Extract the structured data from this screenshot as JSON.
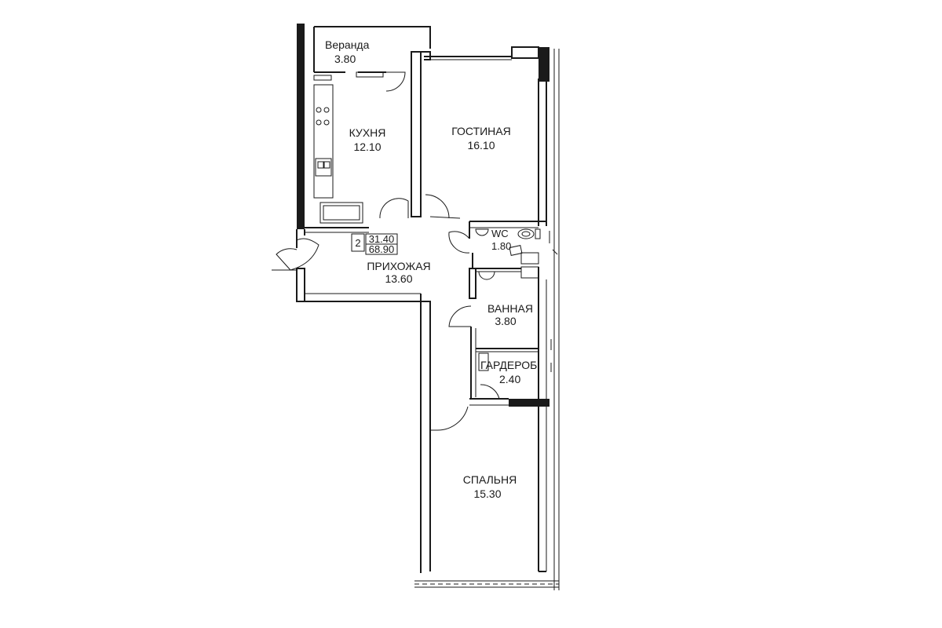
{
  "rooms": {
    "veranda": {
      "name": "Веранда",
      "area": "3.80"
    },
    "kitchen": {
      "name": "КУХНЯ",
      "area": "12.10"
    },
    "living": {
      "name": "ГОСТИНАЯ",
      "area": "16.10"
    },
    "wc": {
      "name": "WC",
      "area": "1.80"
    },
    "hall": {
      "name": "ПРИХОЖАЯ",
      "area": "13.60"
    },
    "bath": {
      "name": "ВАННАЯ",
      "area": "3.80"
    },
    "wardrobe": {
      "name": "ГАРДЕРОБ",
      "area": "2.40"
    },
    "bedroom": {
      "name": "СПАЛЬНЯ",
      "area": "15.30"
    }
  },
  "apartment": {
    "rooms_count": "2",
    "living_area": "31.40",
    "total_area": "68.90"
  }
}
